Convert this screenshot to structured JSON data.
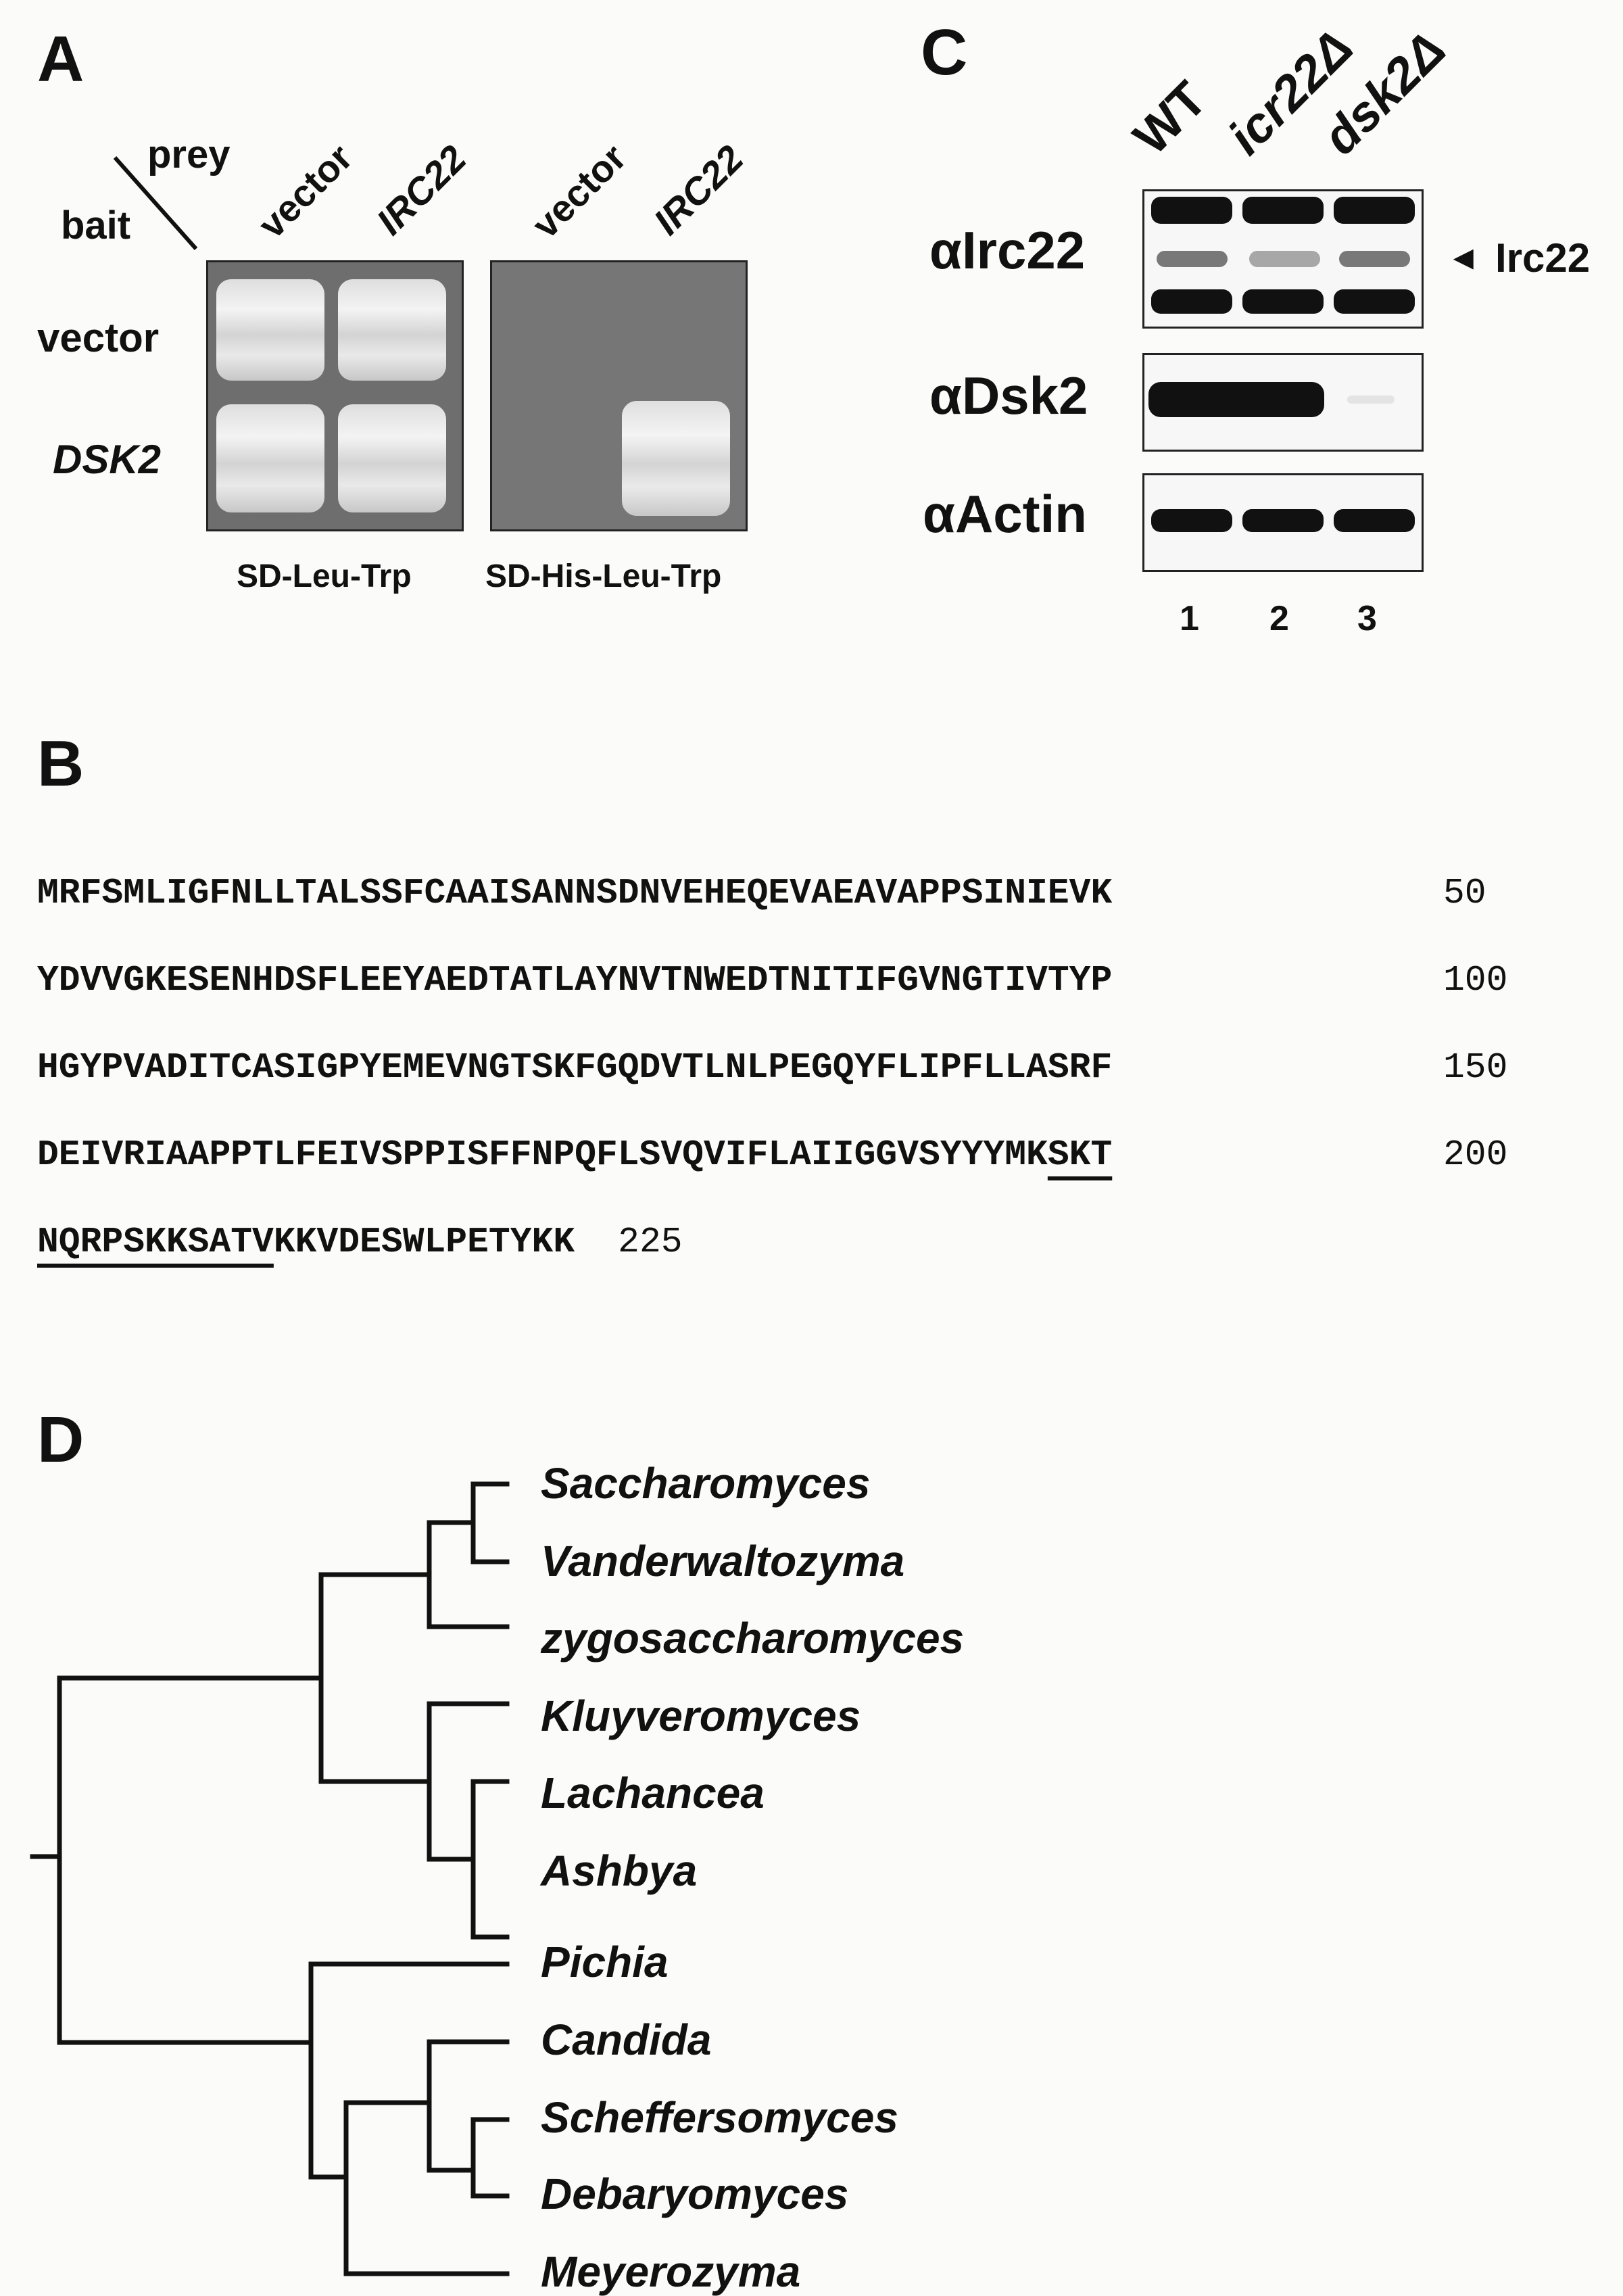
{
  "panels": {
    "a": "A",
    "b": "B",
    "c": "C",
    "d": "D"
  },
  "panel_a": {
    "prey_label": "prey",
    "bait_label": "bait",
    "columns_plate1": [
      "vector",
      "IRC22"
    ],
    "columns_plate2": [
      "vector",
      "IRC22"
    ],
    "rows": [
      "vector",
      "DSK2"
    ],
    "plate1_caption": "SD-Leu-Trp",
    "plate2_caption": "SD-His-Leu-Trp"
  },
  "panel_b": {
    "lines": [
      {
        "seq": "MRFSMLIGFNLLTALSSFCAAISANNSDNVEHEQEVAEAVAPPSINIEVK",
        "num": "50"
      },
      {
        "seq": "YDVVGKESENHDSFLEEYAEDTATLAYNVTNWEDTNITIFGVNGTIVTYP",
        "num": "100"
      },
      {
        "seq": "HGYPVADITCASIGPYEMEVNGTSKFGQDVTLNLPEGQYFLIPFLLASRF",
        "num": "150"
      },
      {
        "seq_plain": "DEIVRIAAPPTLFEIVSPPISFFNPQFLSVQVIFLAIIGGVSYYYMK",
        "seq_underlined": "SKT",
        "num": "200"
      },
      {
        "seq_underlined": "NQRPSKKSATV",
        "seq_plain": "KKVDESWLPETYKK",
        "num": "225"
      }
    ]
  },
  "panel_c": {
    "lanes": [
      "WT",
      "icr22Δ",
      "dsk2Δ"
    ],
    "lane_numbers": [
      "1",
      "2",
      "3"
    ],
    "blots": [
      "αIrc22",
      "αDsk2",
      "αActin"
    ],
    "arrow_label": "Irc22",
    "arrow_glyph": "◄"
  },
  "panel_d": {
    "species": [
      "Saccharomyces",
      "Vanderwaltozyma",
      "zygosaccharomyces",
      "Kluyveromyces",
      "Lachancea",
      "Ashbya",
      "Pichia",
      "Candida",
      "Scheffersomyces",
      "Debaryomyces",
      "Meyerozyma"
    ]
  }
}
